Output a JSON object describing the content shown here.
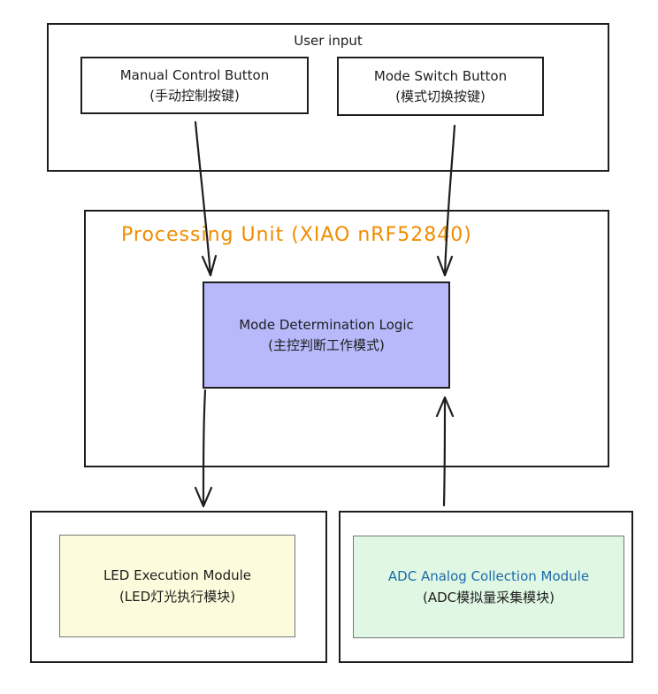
{
  "user_input": {
    "title": "User input"
  },
  "manual_button": {
    "line1": "Manual Control Button",
    "line2": "(手动控制按键)"
  },
  "mode_button": {
    "line1": "Mode Switch Button",
    "line2": "(模式切换按键)"
  },
  "processing": {
    "title": "Processing Unit (XIAO nRF52840)"
  },
  "logic": {
    "line1": "Mode Determination Logic",
    "line2": "(主控判断工作模式)"
  },
  "led": {
    "line1": "LED Execution Module",
    "line2": "(LED灯光执行模块)"
  },
  "adc": {
    "line1": "ADC Analog Collection Module",
    "line2": "(ADC模拟量采集模块)"
  },
  "colors": {
    "stroke": "#1e1e1e",
    "processing_title": "#f08c00",
    "logic_fill": "#b7b9fb",
    "led_fill": "#fcfbdb",
    "adc_fill": "#dff7e3",
    "adc_text": "#1e6ba8"
  }
}
